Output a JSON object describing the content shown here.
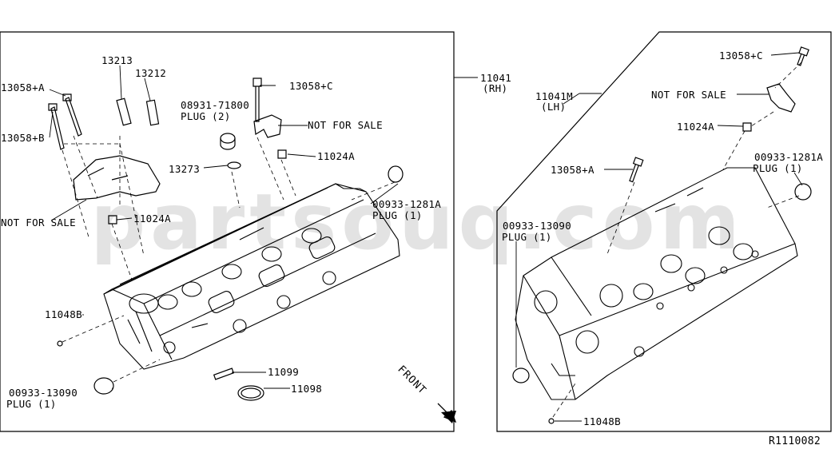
{
  "watermark": "partsouq.com",
  "diagram_id": "R1110082",
  "front_label": "FRONT",
  "rh": {
    "assembly": {
      "number": "11041",
      "side": "(RH)"
    },
    "labels": {
      "bolt_a": "13058+A",
      "bolt_b": "13058+B",
      "pin_13213": "13213",
      "pin_13212": "13212",
      "plug_71800_number": "08931-71800",
      "plug_71800_qty": "PLUG (2)",
      "bolt_c": "13058+C",
      "not_for_sale_top": "NOT FOR SALE",
      "seal_11024a_top": "11024A",
      "seal_13273": "13273",
      "not_for_sale_left": "NOT FOR SALE",
      "seal_11024a_left": "11024A",
      "plug_1281a_number": "00933-1281A",
      "plug_1281a_qty": "PLUG (1)",
      "stud_11048b": "11048B",
      "plug_13090_number": "00933-13090",
      "plug_13090_qty": "PLUG (1)",
      "pin_11099": "11099",
      "ring_11098": "11098"
    }
  },
  "lh": {
    "assembly": {
      "number": "11041M",
      "side": "(LH)"
    },
    "labels": {
      "bolt_c": "13058+C",
      "not_for_sale": "NOT FOR SALE",
      "seal_11024a": "11024A",
      "plug_1281a_number": "00933-1281A",
      "plug_1281a_qty": "PLUG (1)",
      "bolt_a": "13058+A",
      "plug_13090_number": "00933-13090",
      "plug_13090_qty": "PLUG (1)",
      "stud_11048b": "11048B"
    }
  }
}
